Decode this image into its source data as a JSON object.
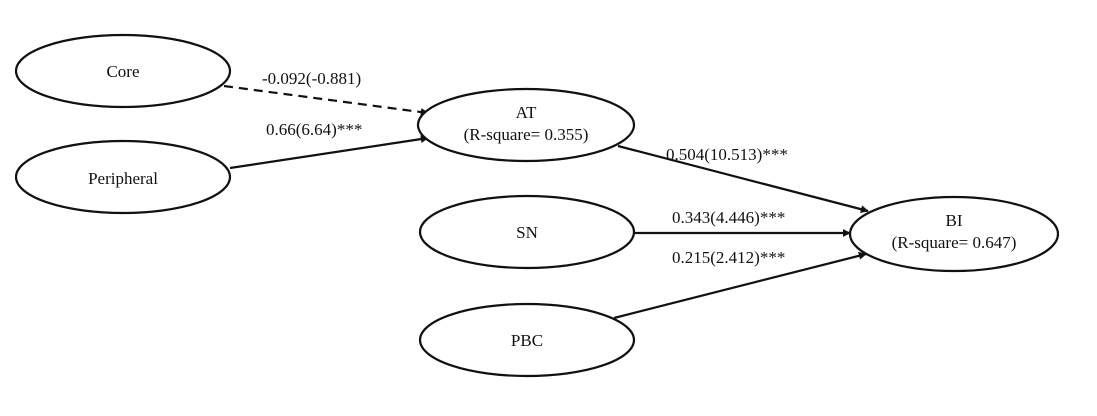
{
  "nodes": {
    "core": {
      "line1": "Core"
    },
    "peripheral": {
      "line1": "Peripheral"
    },
    "at": {
      "line1": "AT",
      "line2": "(R-square= 0.355)"
    },
    "sn": {
      "line1": "SN"
    },
    "pbc": {
      "line1": "PBC"
    },
    "bi": {
      "line1": "BI",
      "line2": "(R-square= 0.647)"
    }
  },
  "edges": [
    {
      "from": "Core",
      "to": "AT",
      "label": "-0.092(-0.881)",
      "style": "dashed"
    },
    {
      "from": "Peripheral",
      "to": "AT",
      "label": "0.66(6.64)***",
      "style": "solid"
    },
    {
      "from": "AT",
      "to": "BI",
      "label": "0.504(10.513)***",
      "style": "solid"
    },
    {
      "from": "SN",
      "to": "BI",
      "label": "0.343(4.446)***",
      "style": "solid"
    },
    {
      "from": "PBC",
      "to": "BI",
      "label": "0.215(2.412)***",
      "style": "solid"
    }
  ]
}
